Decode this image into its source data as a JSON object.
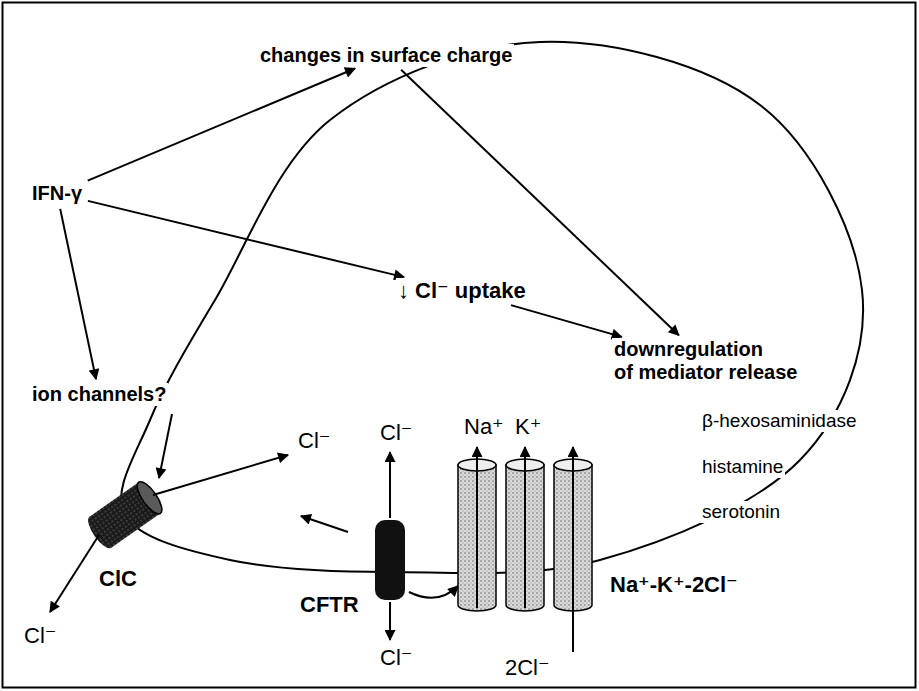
{
  "diagram": {
    "nodes": [
      {
        "text": [
          "changes in surface charge"
        ]
      },
      {
        "text": [
          "IFN-γ"
        ]
      },
      {
        "text": [
          "↓ Cl⁻ uptake"
        ]
      },
      {
        "text": [
          "downregulation of mediator release"
        ]
      },
      {
        "text": [
          "ion channels?"
        ]
      }
    ],
    "edges": [
      {
        "from": 1,
        "to": 0,
        "arrow": "to"
      },
      {
        "from": 1,
        "to": 2,
        "arrow": "to"
      },
      {
        "from": 1,
        "to": 4,
        "arrow": "to"
      },
      {
        "from": 0,
        "to": 3,
        "arrow": "to"
      },
      {
        "from": 2,
        "to": 3,
        "arrow": "to"
      }
    ],
    "labels": [
      "β-hexosaminidase",
      "histamine",
      "serotonin",
      "ClC",
      "Cl⁻",
      "Cl⁻",
      "Na⁺",
      "K⁺",
      "CFTR",
      "Na⁺-K⁺-2Cl⁻",
      "Cl⁻",
      "Cl⁻",
      "2Cl⁻"
    ]
  }
}
